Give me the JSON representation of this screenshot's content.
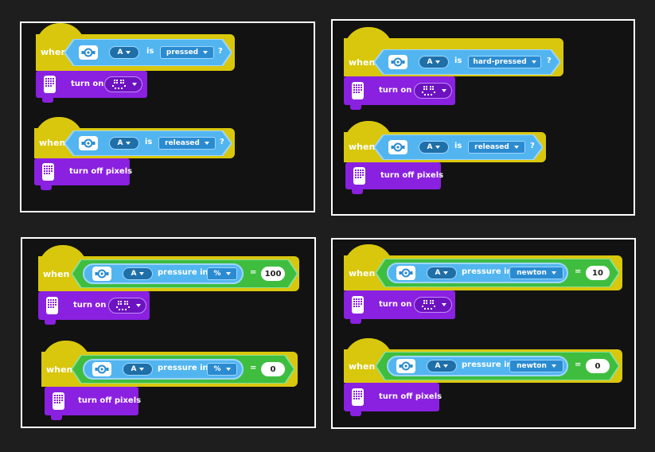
{
  "colors": {
    "hat": "#d9c70d",
    "hub_blue": "#52b5f0",
    "pressure_green": "#3fbd3f",
    "display_purple": "#8a20e0",
    "panel_border": "#ffffff",
    "background": "#1e1e1e"
  },
  "panels": [
    {
      "scripts": [
        {
          "when": "when",
          "condition": {
            "port": "A",
            "is": "is",
            "state": "pressed",
            "q": "?"
          },
          "action": {
            "label": "turn on",
            "has_face": true
          }
        },
        {
          "when": "when",
          "condition": {
            "port": "A",
            "is": "is",
            "state": "released",
            "q": "?"
          },
          "action": {
            "label": "turn off pixels",
            "has_face": false
          }
        }
      ]
    },
    {
      "scripts": [
        {
          "when": "when",
          "condition": {
            "port": "A",
            "is": "is",
            "state": "hard-pressed",
            "q": "?"
          },
          "action": {
            "label": "turn on",
            "has_face": true
          }
        },
        {
          "when": "when",
          "condition": {
            "port": "A",
            "is": "is",
            "state": "released",
            "q": "?"
          },
          "action": {
            "label": "turn off pixels",
            "has_face": false
          }
        }
      ]
    },
    {
      "scripts": [
        {
          "when": "when",
          "condition": {
            "port": "A",
            "pressure_label": "pressure in",
            "unit": "%",
            "eq": "=",
            "value": "100"
          },
          "action": {
            "label": "turn on",
            "has_face": true
          }
        },
        {
          "when": "when",
          "condition": {
            "port": "A",
            "pressure_label": "pressure in",
            "unit": "%",
            "eq": "=",
            "value": "0"
          },
          "action": {
            "label": "turn off pixels",
            "has_face": false
          }
        }
      ]
    },
    {
      "scripts": [
        {
          "when": "when",
          "condition": {
            "port": "A",
            "pressure_label": "pressure in",
            "unit": "newton",
            "eq": "=",
            "value": "10"
          },
          "action": {
            "label": "turn on",
            "has_face": true
          }
        },
        {
          "when": "when",
          "condition": {
            "port": "A",
            "pressure_label": "pressure in",
            "unit": "newton",
            "eq": "=",
            "value": "0"
          },
          "action": {
            "label": "turn off pixels",
            "has_face": false
          }
        }
      ]
    }
  ]
}
